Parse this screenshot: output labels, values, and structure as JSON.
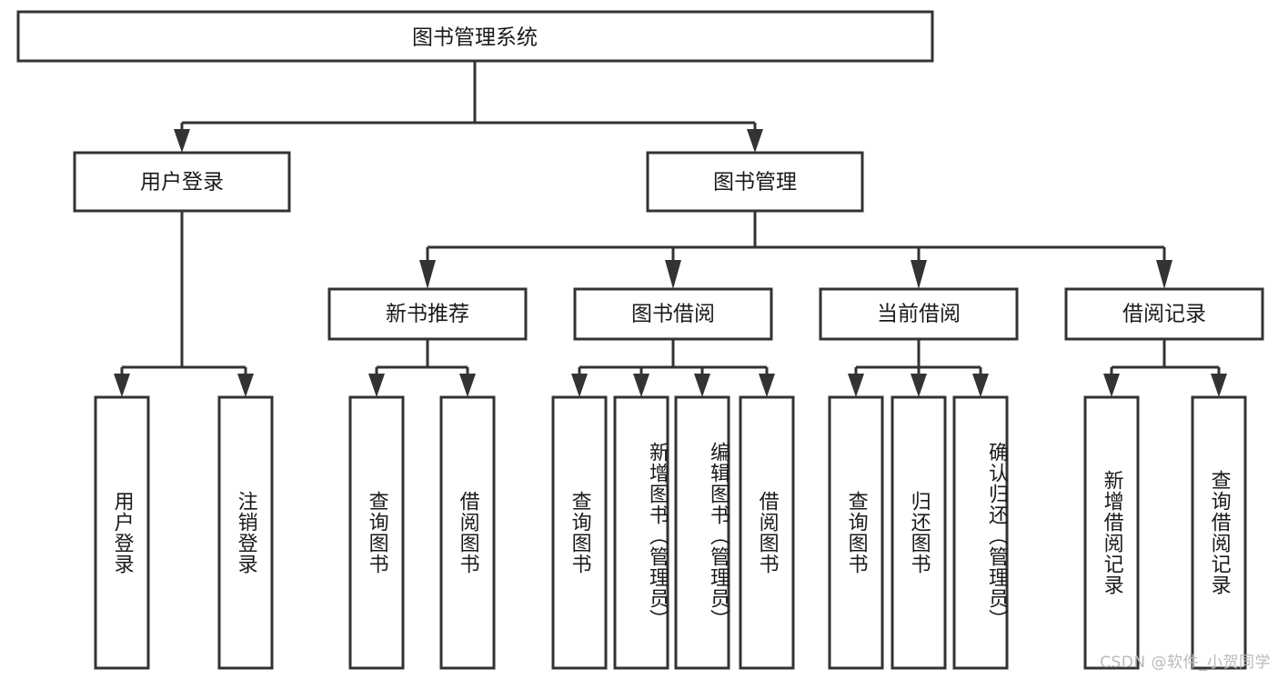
{
  "diagram": {
    "type": "tree-hierarchy",
    "title": "图书管理系统",
    "root": {
      "id": "root",
      "label": "图书管理系统"
    },
    "level2": [
      {
        "id": "user-login",
        "label": "用户登录"
      },
      {
        "id": "book-manage",
        "label": "图书管理"
      }
    ],
    "level3": [
      {
        "id": "new-book-recommend",
        "label": "新书推荐",
        "parent": "book-manage"
      },
      {
        "id": "book-borrow",
        "label": "图书借阅",
        "parent": "book-manage"
      },
      {
        "id": "current-borrow",
        "label": "当前借阅",
        "parent": "book-manage"
      },
      {
        "id": "borrow-record",
        "label": "借阅记录",
        "parent": "book-manage"
      }
    ],
    "leaves": [
      {
        "id": "leaf-user-login",
        "label": "用户登录",
        "parent": "user-login"
      },
      {
        "id": "leaf-logout-login",
        "label": "注销登录",
        "parent": "user-login"
      },
      {
        "id": "leaf-query-book-1",
        "label": "查询图书",
        "parent": "new-book-recommend"
      },
      {
        "id": "leaf-borrow-book-1",
        "label": "借阅图书",
        "parent": "new-book-recommend"
      },
      {
        "id": "leaf-query-book-2",
        "label": "查询图书",
        "parent": "book-borrow"
      },
      {
        "id": "leaf-add-book",
        "label": "新增图书（管理员）",
        "parent": "book-borrow"
      },
      {
        "id": "leaf-edit-book",
        "label": "编辑图书（管理员）",
        "parent": "book-borrow"
      },
      {
        "id": "leaf-borrow-book-2",
        "label": "借阅图书",
        "parent": "book-borrow"
      },
      {
        "id": "leaf-query-book-3",
        "label": "查询图书",
        "parent": "current-borrow"
      },
      {
        "id": "leaf-return-book",
        "label": "归还图书",
        "parent": "current-borrow"
      },
      {
        "id": "leaf-confirm-return",
        "label": "确认归还（管理员）",
        "parent": "current-borrow"
      },
      {
        "id": "leaf-add-record",
        "label": "新增借阅记录",
        "parent": "borrow-record"
      },
      {
        "id": "leaf-query-record",
        "label": "查询借阅记录",
        "parent": "borrow-record"
      }
    ],
    "colors": {
      "stroke": "#333333",
      "fill": "#ffffff",
      "text": "#1a1a1a",
      "watermark": "#b9b9b9"
    }
  },
  "watermark": {
    "text": "CSDN @软件_小贺同学"
  }
}
